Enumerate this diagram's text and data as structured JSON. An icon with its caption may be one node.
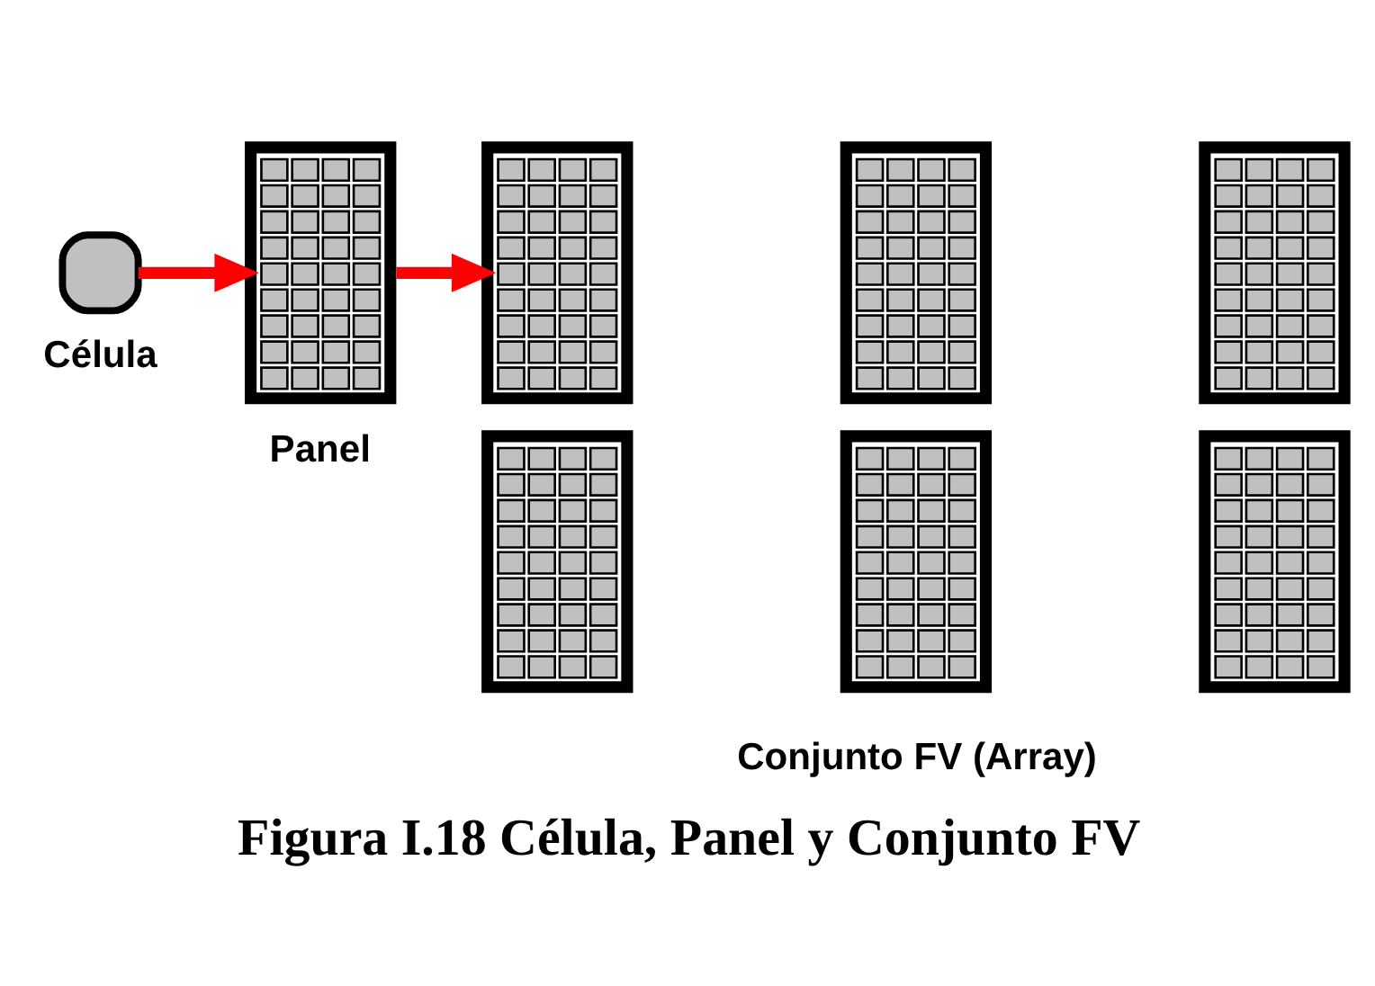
{
  "diagram": {
    "caption": "Figura I.18 Célula, Panel y Conjunto FV",
    "nodes": [
      {
        "text": [],
        "shape": "box",
        "beside": [
          "Célula"
        ]
      },
      {
        "text": [],
        "shape": "box",
        "beside": [
          "Panel"
        ]
      },
      {
        "text": [],
        "shape": "box"
      },
      {
        "text": [],
        "shape": "box"
      },
      {
        "text": [],
        "shape": "box"
      },
      {
        "text": [],
        "shape": "box"
      },
      {
        "text": [],
        "shape": "box"
      },
      {
        "text": [],
        "shape": "box"
      }
    ],
    "edges": [
      {
        "from": 0,
        "to": 1,
        "arrow": "to"
      },
      {
        "from": 1,
        "to": 2,
        "arrow": "to"
      }
    ],
    "labels": [
      "Conjunto FV (Array)"
    ]
  }
}
